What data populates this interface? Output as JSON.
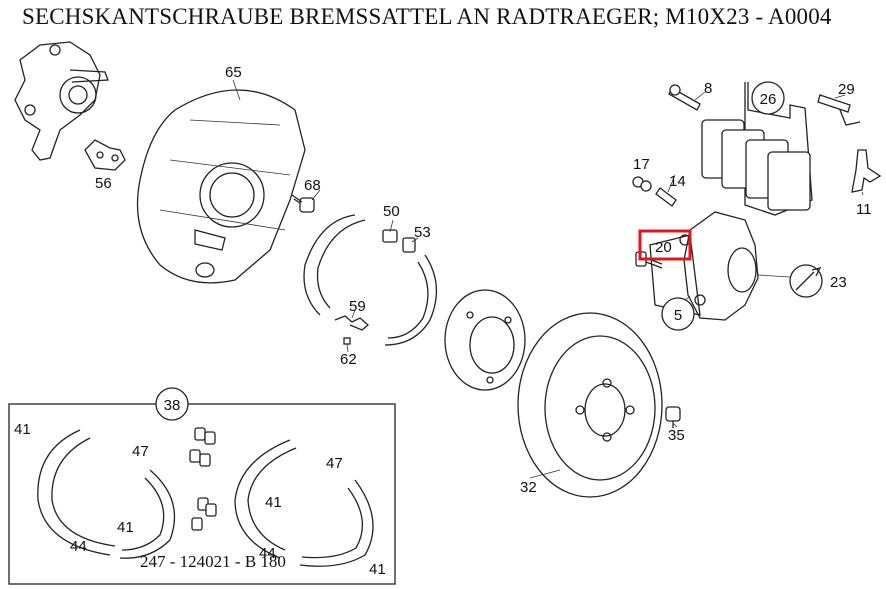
{
  "title": "SECHSKANTSCHRAUBE BREMSSATTEL AN RADTRAEGER; M10X23 - A0004",
  "reference": "247 - 124021 - B 180",
  "highlight_color": "#e0161b",
  "highlighted_part": "20",
  "labels": {
    "p65": "65",
    "p56": "56",
    "p68": "68",
    "p50": "50",
    "p53": "53",
    "p59": "59",
    "p62": "62",
    "p8": "8",
    "p26": "26",
    "p29": "29",
    "p17": "17",
    "p14": "14",
    "p11": "11",
    "p20": "20",
    "p23": "23",
    "p5": "5",
    "p38": "38",
    "p35": "35",
    "p32": "32",
    "p41a": "41",
    "p47a": "47",
    "p41b": "41",
    "p44a": "44",
    "p47b": "47",
    "p41c": "41",
    "p44b": "44",
    "p41d": "41"
  }
}
